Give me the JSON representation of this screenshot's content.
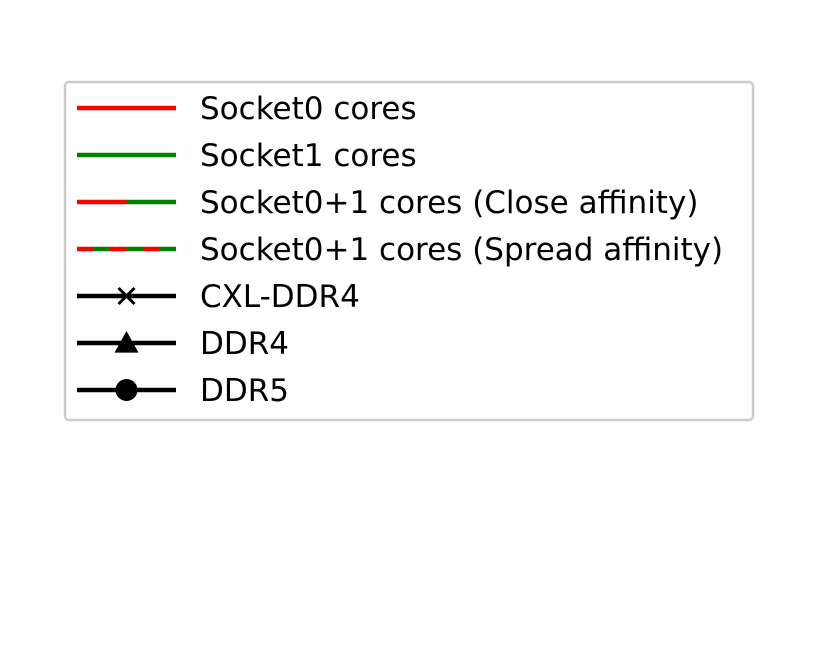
{
  "chart_data": {
    "type": "line",
    "legend_placement": "upper-left",
    "legend": [
      {
        "label": "Socket0 cores",
        "style": "solid",
        "colors": [
          "#ff0000"
        ],
        "marker": "none"
      },
      {
        "label": "Socket1 cores",
        "style": "solid",
        "colors": [
          "#008000"
        ],
        "marker": "none"
      },
      {
        "label": "Socket0+1 cores (Close affinity)",
        "style": "split",
        "colors": [
          "#ff0000",
          "#008000"
        ],
        "marker": "none"
      },
      {
        "label": "Socket0+1 cores (Spread affinity)",
        "style": "dashed-alternating",
        "colors": [
          "#ff0000",
          "#008000"
        ],
        "marker": "none"
      },
      {
        "label": "CXL-DDR4",
        "style": "solid",
        "colors": [
          "#000000"
        ],
        "marker": "x"
      },
      {
        "label": "DDR4",
        "style": "solid",
        "colors": [
          "#000000"
        ],
        "marker": "triangle"
      },
      {
        "label": "DDR5",
        "style": "solid",
        "colors": [
          "#000000"
        ],
        "marker": "circle"
      }
    ],
    "legend_frame_color": "#cccccc",
    "background_color": "#ffffff"
  }
}
